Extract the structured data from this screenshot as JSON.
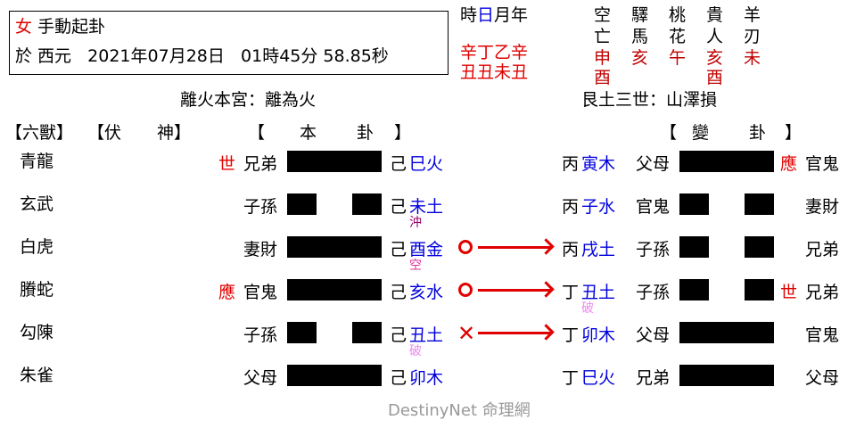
{
  "info": {
    "gender": "女",
    "method": "手動起卦",
    "date_prefix": "於 西元",
    "date": "2021年07月28日",
    "time": "01時45分 58.85秒"
  },
  "pillars": {
    "header": [
      "時",
      "日",
      "月",
      "年"
    ],
    "stems": "辛丁乙辛",
    "branches": "丑丑未丑"
  },
  "shensha": [
    {
      "name1": "空",
      "name2": "亡",
      "values": [
        "申",
        "酉"
      ]
    },
    {
      "name1": "驛",
      "name2": "馬",
      "values": [
        "亥"
      ]
    },
    {
      "name1": "桃",
      "name2": "花",
      "values": [
        "午"
      ]
    },
    {
      "name1": "貴",
      "name2": "人",
      "values": [
        "亥",
        "酉"
      ]
    },
    {
      "name1": "羊",
      "name2": "刃",
      "values": [
        "未"
      ]
    }
  ],
  "original_title": "離火本宮：離為火",
  "changed_title": "艮土三世：山澤損",
  "headers": {
    "beasts": "【六獸】",
    "hidden": "【伏",
    "hidden2": "神】",
    "orig_open": "【",
    "orig_1": "本",
    "orig_2": "卦",
    "orig_close": "】",
    "chg_open": "【",
    "chg_1": "變",
    "chg_2": "卦",
    "chg_close": "】"
  },
  "lines": [
    {
      "beast": "青龍",
      "orig_mark": "世",
      "orig_relative": "兄弟",
      "orig_type": "yang",
      "orig_stem": "己",
      "orig_branch": "巳火",
      "orig_note": "",
      "move": "",
      "chg_stem": "丙",
      "chg_branch": "寅木",
      "chg_note": "",
      "chg_relative": "父母",
      "chg_type": "yang",
      "chg_mark": "應",
      "chg_hidden": "官鬼"
    },
    {
      "beast": "玄武",
      "orig_mark": "",
      "orig_relative": "子孫",
      "orig_type": "yin",
      "orig_stem": "己",
      "orig_branch": "未土",
      "orig_note": "沖",
      "move": "",
      "chg_stem": "丙",
      "chg_branch": "子水",
      "chg_note": "",
      "chg_relative": "官鬼",
      "chg_type": "yin",
      "chg_mark": "",
      "chg_hidden": "妻財"
    },
    {
      "beast": "白虎",
      "orig_mark": "",
      "orig_relative": "妻財",
      "orig_type": "yang",
      "orig_stem": "己",
      "orig_branch": "酉金",
      "orig_note": "空",
      "move": "O",
      "chg_stem": "丙",
      "chg_branch": "戌土",
      "chg_note": "",
      "chg_relative": "子孫",
      "chg_type": "yin",
      "chg_mark": "",
      "chg_hidden": "兄弟"
    },
    {
      "beast": "賸蛇",
      "orig_mark": "應",
      "orig_relative": "官鬼",
      "orig_type": "yang",
      "orig_stem": "己",
      "orig_branch": "亥水",
      "orig_note": "",
      "move": "O",
      "chg_stem": "丁",
      "chg_branch": "丑土",
      "chg_note": "破",
      "chg_relative": "子孫",
      "chg_type": "yin",
      "chg_mark": "世",
      "chg_hidden": "兄弟"
    },
    {
      "beast": "勾陳",
      "orig_mark": "",
      "orig_relative": "子孫",
      "orig_type": "yin",
      "orig_stem": "己",
      "orig_branch": "丑土",
      "orig_note": "破",
      "move": "X",
      "chg_stem": "丁",
      "chg_branch": "卯木",
      "chg_note": "",
      "chg_relative": "父母",
      "chg_type": "yang",
      "chg_mark": "",
      "chg_hidden": "官鬼"
    },
    {
      "beast": "朱雀",
      "orig_mark": "",
      "orig_relative": "父母",
      "orig_type": "yang",
      "orig_stem": "己",
      "orig_branch": "卯木",
      "orig_note": "",
      "move": "",
      "chg_stem": "丁",
      "chg_branch": "巳火",
      "chg_note": "",
      "chg_relative": "兄弟",
      "chg_type": "yang",
      "chg_mark": "",
      "chg_hidden": "父母"
    }
  ],
  "colors": {
    "red": "#e00000",
    "blue": "#0000dd",
    "dark_red": "#c00000",
    "chong": "#990066",
    "kong": "#dd3399",
    "po": "#ee88ee"
  },
  "footer": "DestinyNet 命理網"
}
